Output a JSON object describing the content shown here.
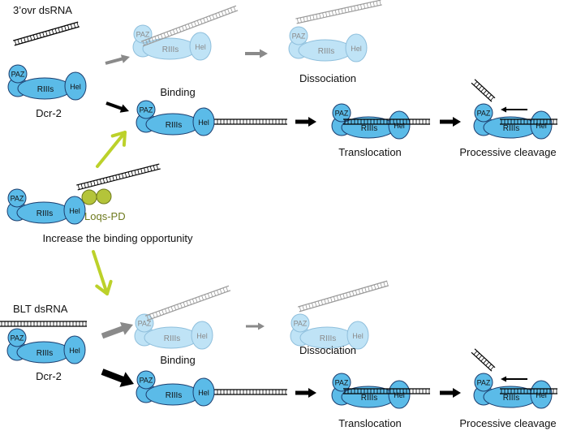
{
  "colors": {
    "protein": "#5bbbe8",
    "protein_faded": "#bfe3f6",
    "outline": "#1b3d6e",
    "outline_faded": "#8fbfdc",
    "loqs": "#b4c43a",
    "green_arrow": "#bcd12a",
    "gray_arrow": "#8a8a8a",
    "black_arrow": "#000000"
  },
  "domains": {
    "paz": "PAZ",
    "rnase": "RIIIs",
    "hel": "Hel"
  },
  "labels": {
    "ovr_dsrna": "3’ovr dsRNA",
    "blt_dsrna": "BLT dsRNA",
    "dcr2_top": "Dcr-2",
    "dcr2_bottom": "Dcr-2",
    "binding_top": "Binding",
    "binding_bottom": "Binding",
    "dissociation_top": "Dissociation",
    "dissociation_bottom": "Dissociation",
    "translocation_top": "Translocation",
    "translocation_bottom": "Translocation",
    "cleavage_top": "Processive cleavage",
    "cleavage_bottom": "Processive cleavage",
    "loqs": "Loqs-PD",
    "increase": "Increase the binding opportunity"
  }
}
